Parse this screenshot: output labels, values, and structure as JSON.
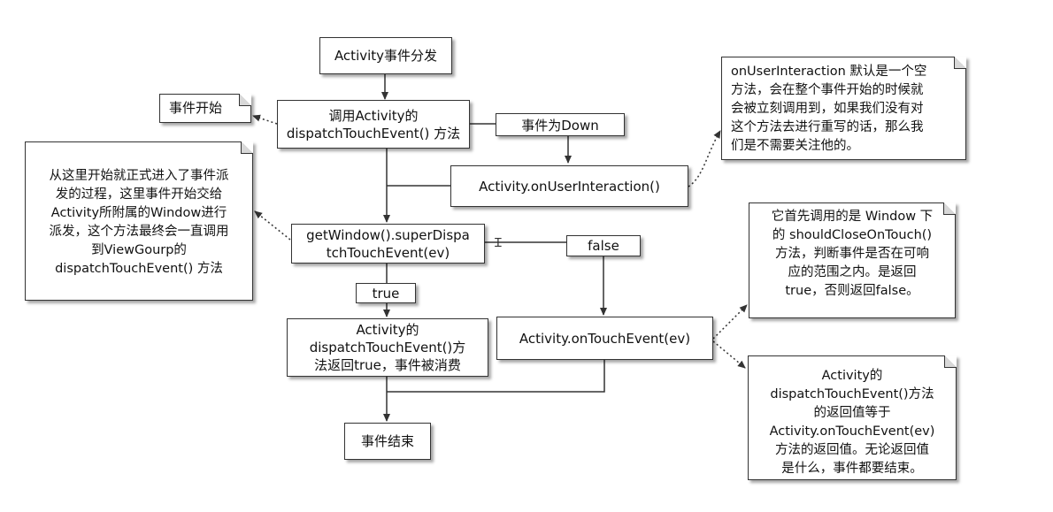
{
  "nodes": {
    "start": "Activity事件分发",
    "dispatch": "调用Activity的\ndispatchTouchEvent() 方法",
    "event_start_note": "事件开始",
    "label_down": "事件为Down",
    "user_interaction": "Activity.onUserInteraction()",
    "user_interaction_note": "onUserInteraction 默认是一个空\n方法，会在整个事件开始的时候就\n会被立刻调用到，如果我们没有对\n这个方法去进行重写的话，那么我\n们是不需要关注他的。",
    "window_note": "从这里开始就正式进入了事件派\n发的过程，这里事件开始交给\nActivity所附属的Window进行\n派发，这个方法最终会一直调用\n到ViewGourp的\ndispatchTouchEvent() 方法",
    "super_dispatch": "getWindow().superDispa\ntchTouchEvent(ev)",
    "label_false": "false",
    "label_true": "true",
    "consumed": "Activity的\ndispatchTouchEvent()方\n法返回true，事件被消费",
    "on_touch": "Activity.onTouchEvent(ev)",
    "should_close_note": "它首先调用的是 Window 下\n的 shouldCloseOnTouch()\n方法，判断事件是否在可响\n应的范围之内。是返回\ntrue，否则返回false。",
    "return_note": "Activity的\ndispatchTouchEvent()方法\n的返回值等于\nActivity.onTouchEvent(ev)\n方法的返回值。无论返回值\n是什么，事件都要结束。",
    "end": "事件结束"
  },
  "colors": {
    "line": "#333333",
    "background": "#ffffff"
  },
  "icons": {
    "cursor": "text-cursor-icon"
  }
}
